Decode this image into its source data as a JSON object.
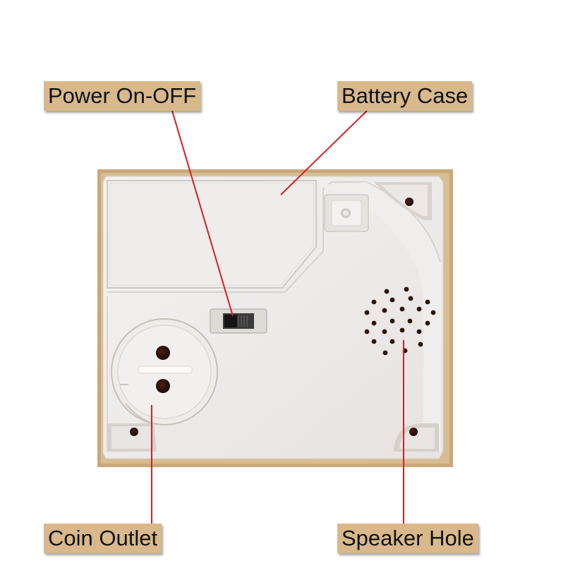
{
  "labels": {
    "power": "Power On-OFF",
    "battery": "Battery Case",
    "coin": "Coin Outlet",
    "speaker": "Speaker Hole"
  },
  "colors": {
    "label_bg": "#d9b98b",
    "leader_line": "#d42020",
    "frame": "#c9a878",
    "device_body": "#f1efed"
  }
}
